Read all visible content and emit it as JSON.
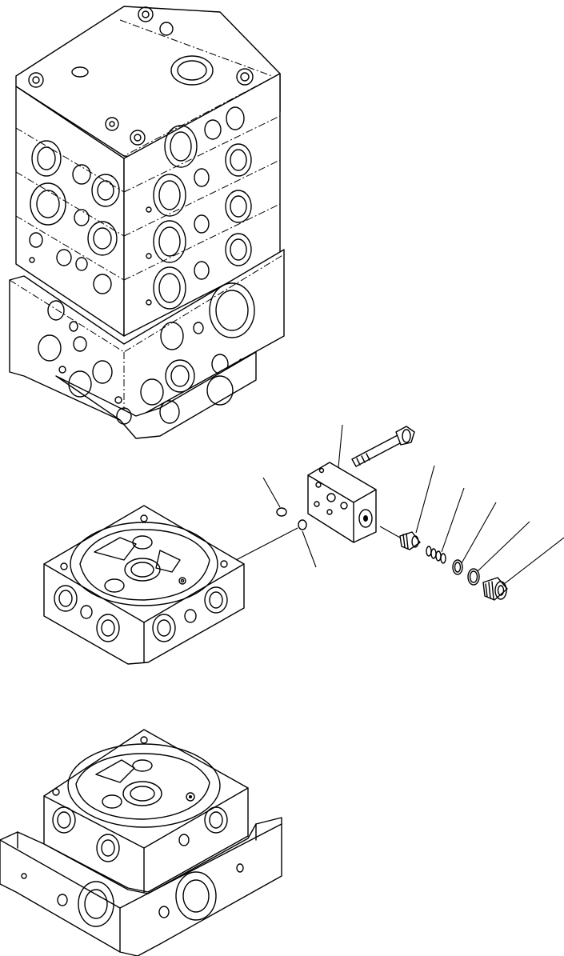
{
  "diagram": {
    "kind": "exploded-parts-view",
    "assemblies": [
      "control-valve-stack",
      "intermediate-valve-section",
      "lower-valve-section"
    ],
    "parts": [
      "valve-block",
      "mounting-bolt",
      "poppet",
      "spring",
      "o-ring-small",
      "o-ring-large",
      "plug",
      "o-ring-left-1",
      "o-ring-left-2"
    ],
    "line_color": "#000000",
    "background": "#ffffff"
  }
}
